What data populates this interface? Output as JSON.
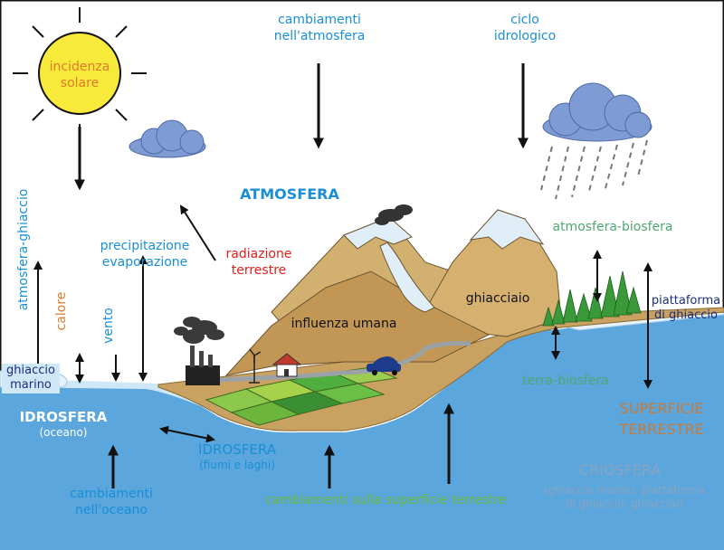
{
  "labels": {
    "incidenza": [
      "incidenza",
      "solare"
    ],
    "cambiamenti_atmosfera": [
      "cambiamenti",
      "nell'atmosfera"
    ],
    "ciclo": [
      "ciclo",
      "idrologico"
    ],
    "atmosfera": "ATMOSFERA",
    "precipitazione": [
      "precipitazione",
      "evaporazione"
    ],
    "radiazione": [
      "radiazione",
      "terrestre"
    ],
    "atmosfera_ghiaccio": "atmosfera-ghiaccio",
    "calore": "calore",
    "vento": "vento",
    "ghiaccio_marino": [
      "ghiaccio",
      "marino"
    ],
    "influenza_umana": "influenza umana",
    "ghiacciaio": "ghiacciaio",
    "atmosfera_biosfera": "atmosfera-biosfera",
    "piattaforma": [
      "piattaforma",
      "di ghiaccio"
    ],
    "terra_biosfera": "terra-biosfera",
    "idrosfera_oceano": [
      "IDROSFERA",
      "(oceano)"
    ],
    "idrosfera_fiumi": [
      "IDROSFERA",
      "(fiumi e laghi)"
    ],
    "superficie_terrestre": [
      "SUPERFICIE",
      "TERRESTRE"
    ],
    "criosfera": "CRIOSFERA",
    "criosfera_sub": [
      "(ghiaccio marino, piattaforma",
      "di ghiaccio, ghiacciai)"
    ],
    "cambiamenti_oceano": [
      "cambiamenti",
      "nell'oceano"
    ],
    "cambiamenti_superficie": "cambiamenti sulla superficie terrestre"
  },
  "colors": {
    "blue_label": "#1a8fd6",
    "dark_label": "#1d2d7a",
    "red_label": "#e0201c",
    "orange_label": "#e07a2a",
    "green_label": "#6bb83a",
    "teal_label": "#4fa871",
    "brown_label": "#c77b3b",
    "grey_label": "#8aa3bf",
    "sun": "#f7ea3a",
    "water": "#5aa6dd",
    "land": "#c9a160",
    "mountain": "#d6b06e",
    "snow": "#dfeef7",
    "trees": "#3a9a3a"
  },
  "icons": [
    "sun-icon",
    "cloud-icon",
    "rain-cloud-icon",
    "factory-icon",
    "windmill-icon",
    "house-icon",
    "car-icon",
    "trees-icon",
    "fields-icon"
  ]
}
